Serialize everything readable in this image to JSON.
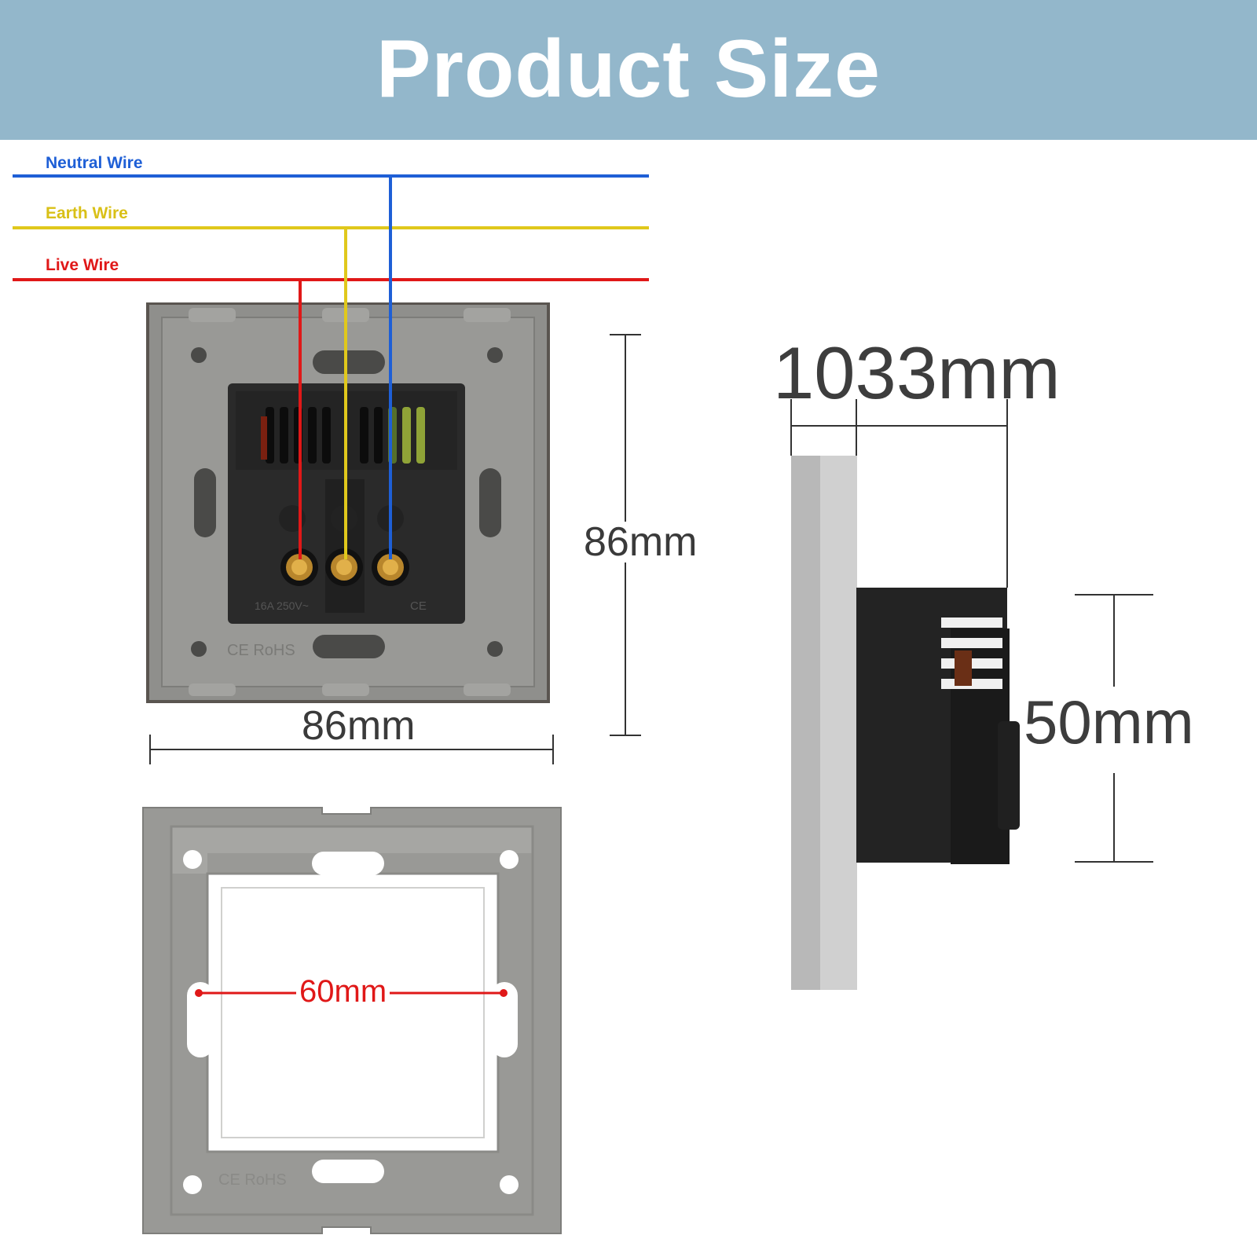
{
  "title": "Product Size",
  "wires": {
    "neutral": {
      "label": "Neutral Wire",
      "color": "#1e5fd6"
    },
    "earth": {
      "label": "Earth Wire",
      "color": "#e0c81c"
    },
    "live": {
      "label": "Live Wire",
      "color": "#e01818"
    }
  },
  "dimensions": {
    "front_height": "86mm",
    "front_width": "86mm",
    "depth_total": "1033mm",
    "side_height": "50mm",
    "frame_hole_spacing": "60mm"
  },
  "markings": {
    "rating": "16A 250V~",
    "ce_rohs": "CE RoHS",
    "ce": "CE"
  },
  "colors": {
    "banner": "#93b7cb",
    "plate": "#8f8f8c",
    "module": "#2a2a2a"
  }
}
